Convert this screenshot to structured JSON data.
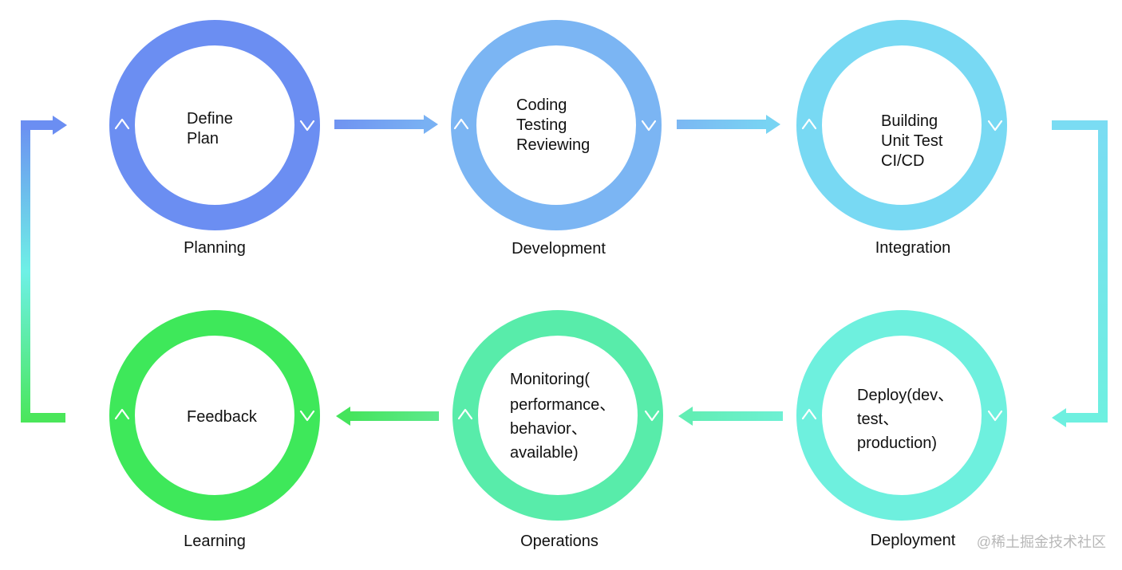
{
  "stages": {
    "planning": {
      "label": "Planning",
      "lines": [
        "Define",
        "Plan"
      ],
      "color": "#6b8ef2"
    },
    "development": {
      "label": "Development",
      "lines": [
        "Coding",
        "Testing",
        "Reviewing"
      ],
      "color": "#7bb5f3"
    },
    "integration": {
      "label": "Integration",
      "lines": [
        "Building",
        "Unit Test",
        "CI/CD"
      ],
      "color": "#78d9f3"
    },
    "deployment": {
      "label": "Deployment",
      "lines": [
        "Deploy(dev、",
        "test、",
        "production)"
      ],
      "color": "#6ef0de"
    },
    "operations": {
      "label": "Operations",
      "lines": [
        "Monitoring(",
        "performance、",
        "behavior、",
        "available)"
      ],
      "color": "#58ecaa"
    },
    "learning": {
      "label": "Learning",
      "lines": [
        "Feedback"
      ],
      "color": "#3ee85a"
    }
  },
  "watermark": "@稀土掘金技术社区",
  "icons": {
    "up": "chevron-up-icon",
    "down": "chevron-down-icon",
    "arrow": "arrow-icon"
  }
}
